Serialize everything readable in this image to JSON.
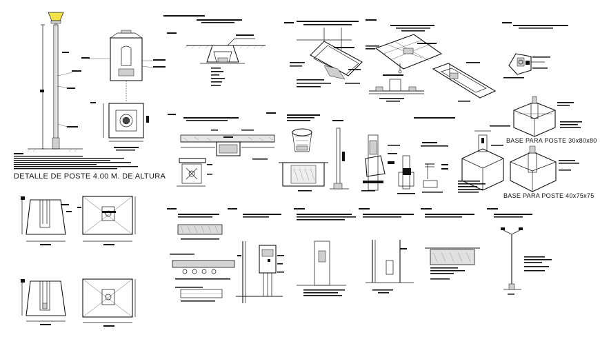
{
  "sheet": {
    "labels": {
      "pole_detail": "DETALLE DE POSTE 4.00 M. DE ALTURA",
      "base_small": "BASE PARA POSTE 30x80x80",
      "base_large": "BASE PARA POSTE 40x75x75"
    },
    "colors": {
      "ink": "#111111",
      "lamp": "#f2e24a",
      "background": "#ffffff"
    }
  }
}
